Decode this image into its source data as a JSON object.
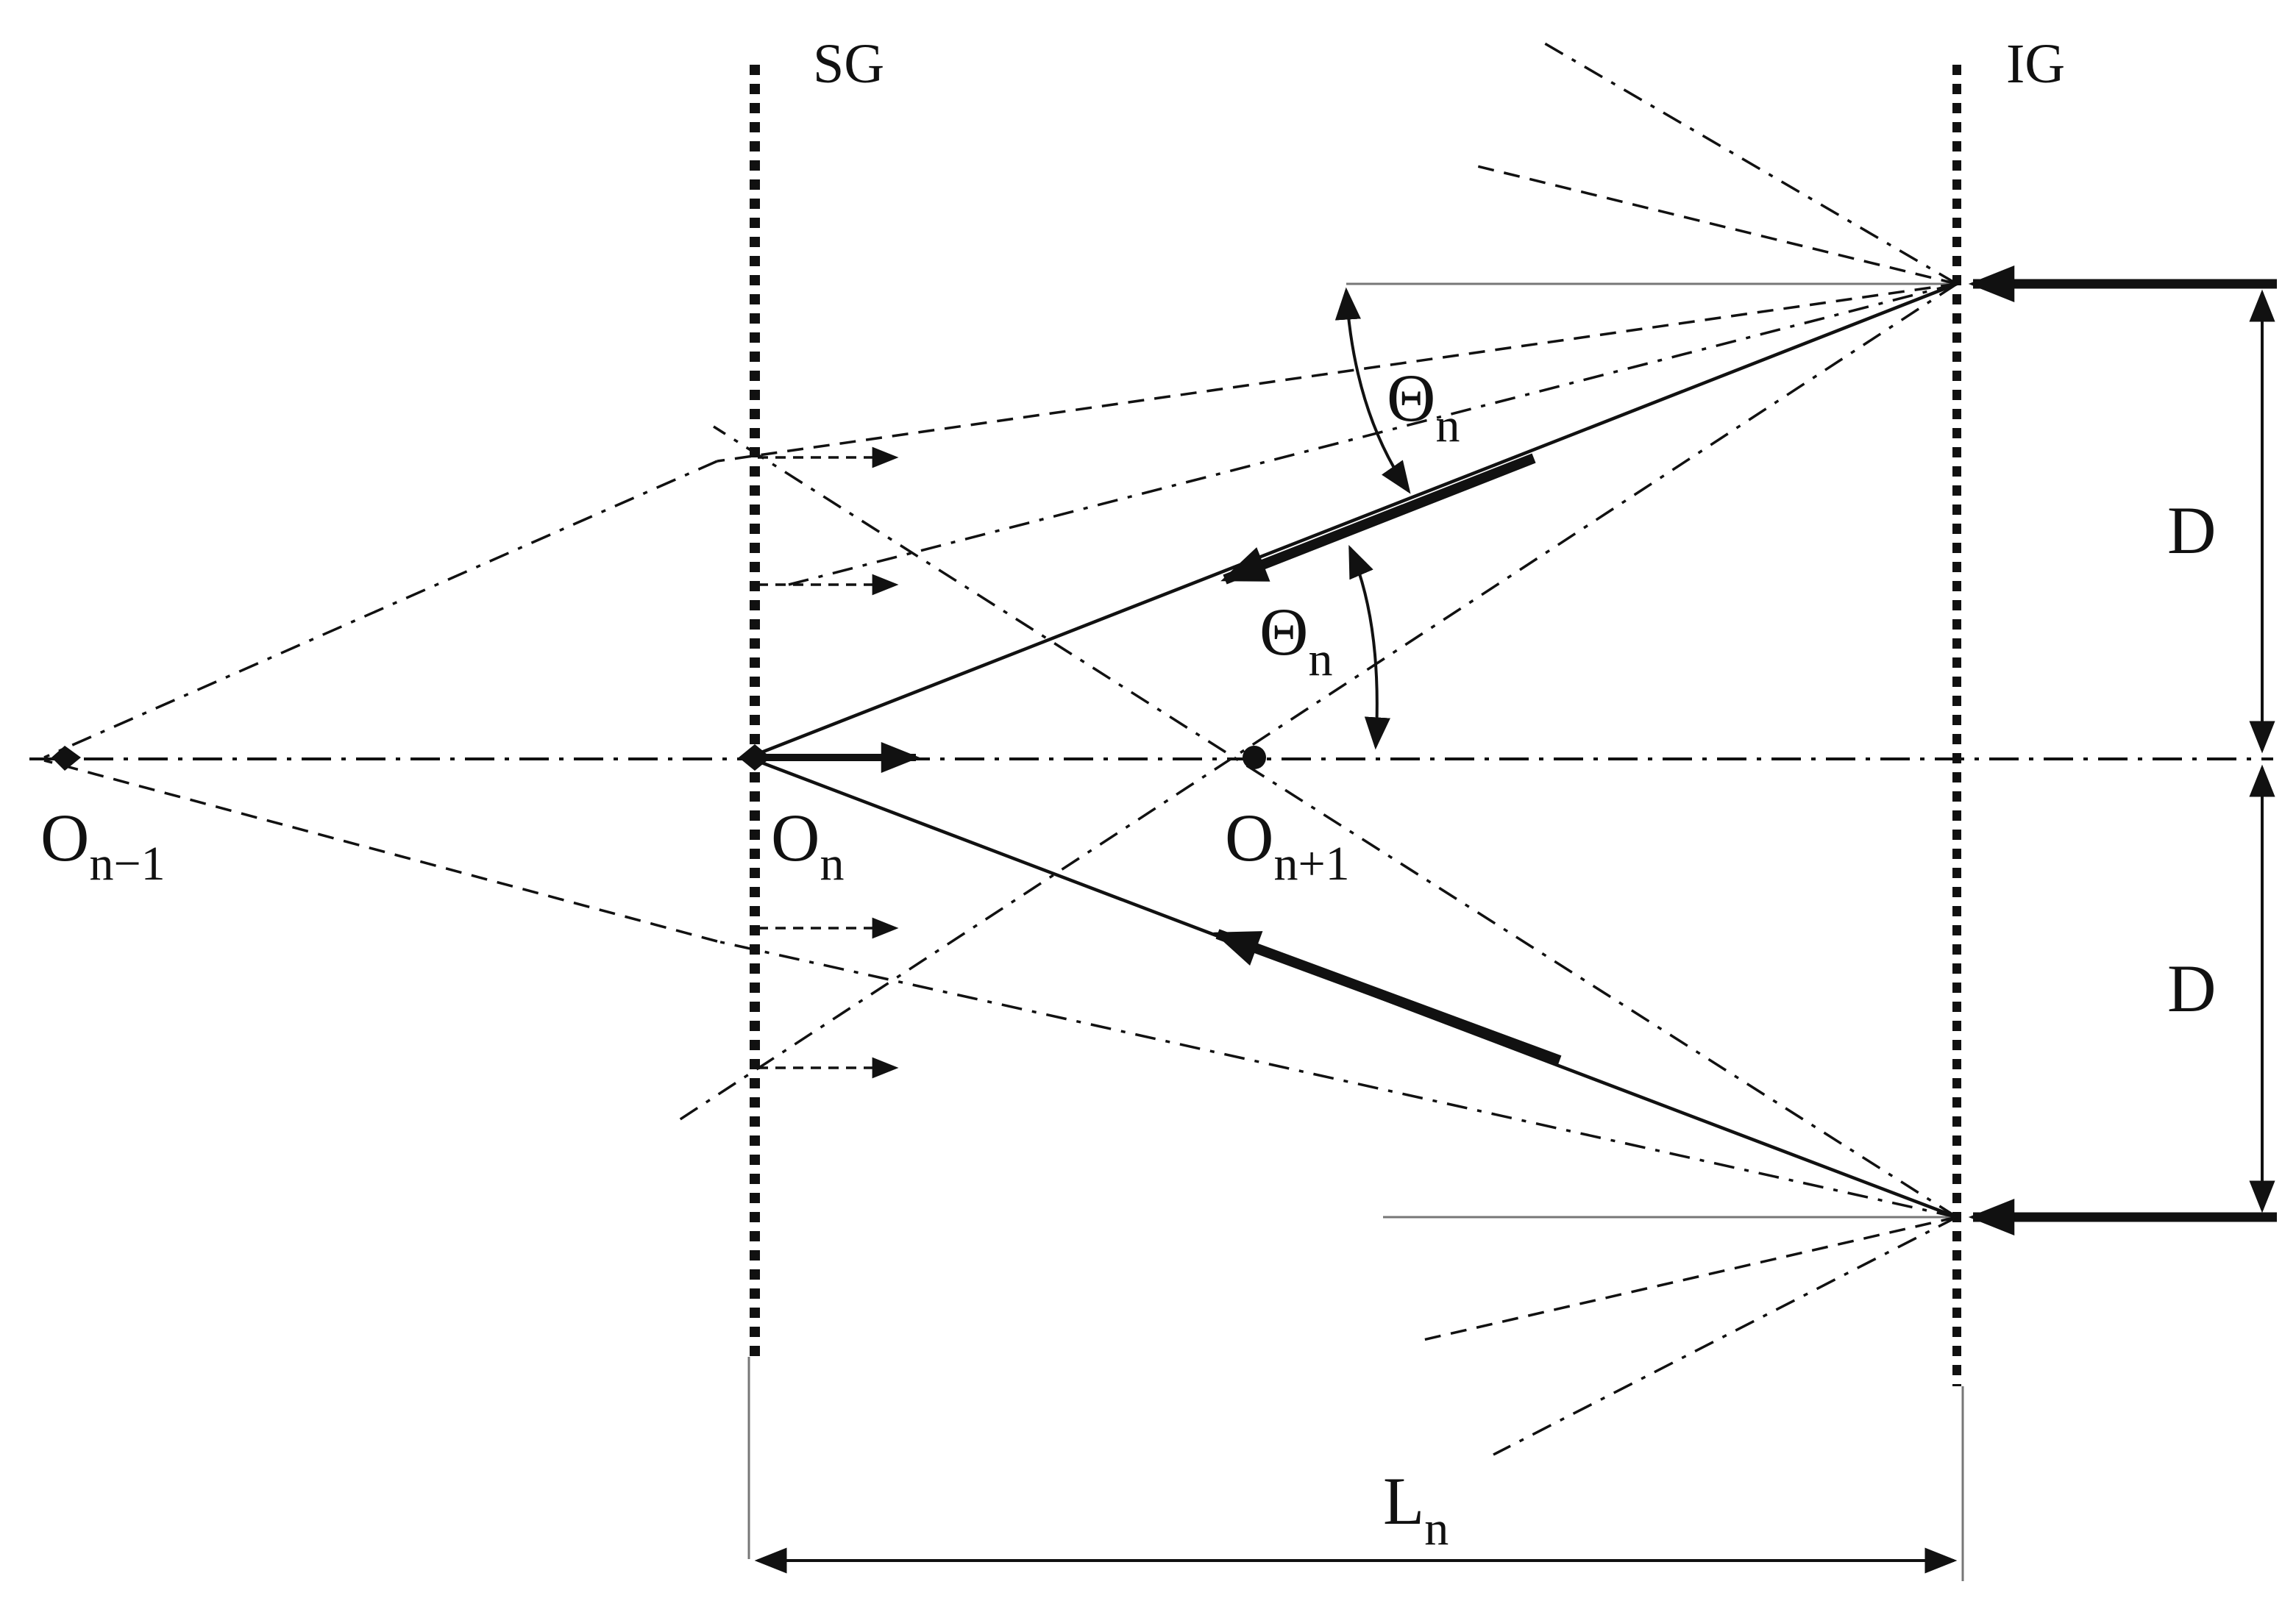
{
  "labels": {
    "sg": "SG",
    "ig": "IG",
    "theta_upper_main": "Θ",
    "theta_upper_sub": "n",
    "theta_lower_main": "Θ",
    "theta_lower_sub": "n",
    "d_upper": "D",
    "d_lower": "D",
    "l_main": "L",
    "l_sub": "n",
    "o_prev_main": "O",
    "o_prev_sub": "n−1",
    "o_cur_main": "O",
    "o_cur_sub": "n",
    "o_next_main": "O",
    "o_next_sub": "n+1"
  },
  "colors": {
    "ink": "#111111",
    "thin": "#777777"
  }
}
